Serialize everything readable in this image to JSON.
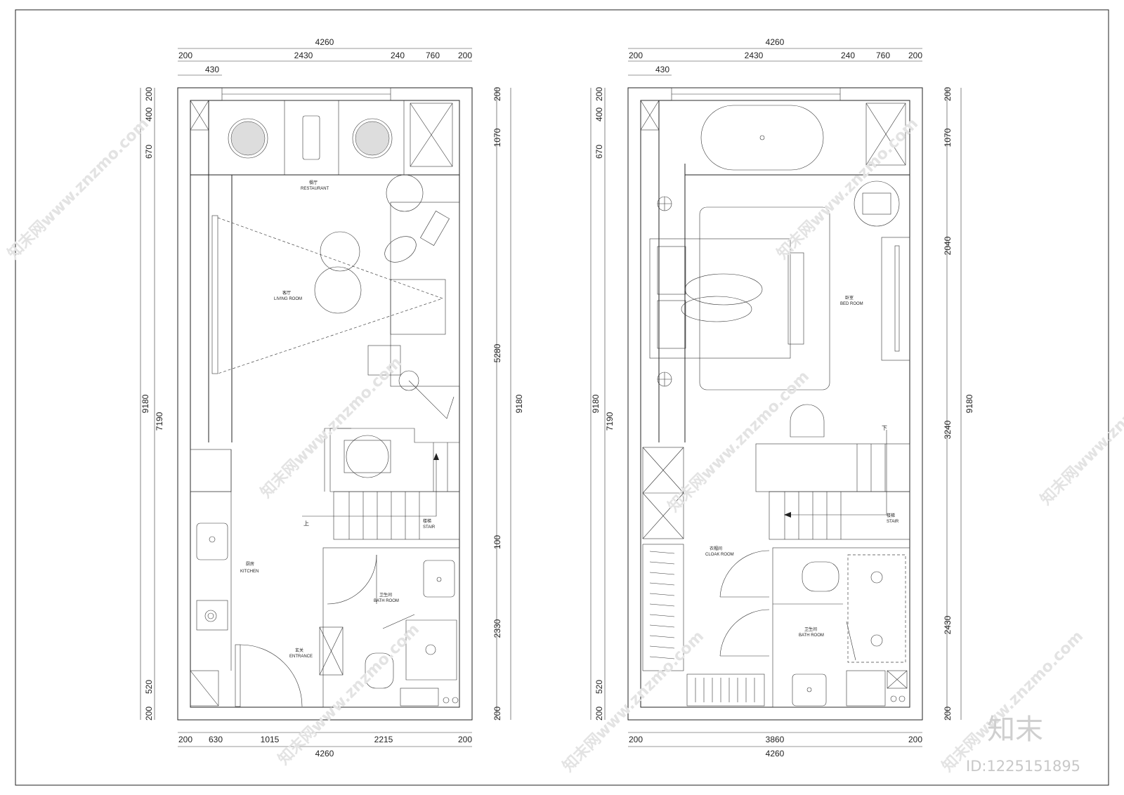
{
  "plan_left": {
    "dims_top_total": "4260",
    "dims_top": [
      "200",
      "2430",
      "240",
      "760",
      "200"
    ],
    "dims_top_sub": "430",
    "dims_left_total": "9180",
    "dims_left_mid": "7190",
    "dims_left": [
      "200",
      "400",
      "670",
      "520",
      "200"
    ],
    "dims_right_total": "9180",
    "dims_right": [
      "200",
      "1070",
      "5280",
      "100",
      "2330",
      "200"
    ],
    "dims_bottom": [
      "200",
      "630",
      "1015",
      "2215",
      "200"
    ],
    "dims_bottom_total": "4260",
    "rooms": {
      "restaurant_cn": "餐厅",
      "restaurant_en": "RESTAURANT",
      "living_cn": "客厅",
      "living_en": "LIVING ROOM",
      "stair_cn": "楼梯",
      "stair_en": "STAIR",
      "up": "上",
      "kitchen_cn": "厨房",
      "kitchen_en": "KITCHEN",
      "bath_cn": "卫生间",
      "bath_en": "BATH ROOM",
      "entrance_cn": "玄关",
      "entrance_en": "ENTRANCE"
    }
  },
  "plan_right": {
    "dims_top_total": "4260",
    "dims_top": [
      "200",
      "2430",
      "240",
      "760",
      "200"
    ],
    "dims_top_sub": "430",
    "dims_left_total": "9180",
    "dims_left_mid": "7190",
    "dims_left": [
      "200",
      "400",
      "670",
      "520",
      "200"
    ],
    "dims_right_total": "9180",
    "dims_right": [
      "200",
      "1070",
      "2040",
      "3240",
      "2430",
      "200"
    ],
    "dims_bottom": [
      "200",
      "3860",
      "200"
    ],
    "dims_bottom_total": "4260",
    "rooms": {
      "bed_cn": "卧室",
      "bed_en": "BED ROOM",
      "down": "下",
      "stair_cn": "楼梯",
      "stair_en": "STAIR",
      "cloak_cn": "衣帽间",
      "cloak_en": "CLOAK ROOM",
      "bath_cn": "卫生间",
      "bath_en": "BATH ROOM"
    }
  },
  "watermark": "知末网www.znzmo.com",
  "logo": "知末",
  "image_id": "ID:1225151895"
}
